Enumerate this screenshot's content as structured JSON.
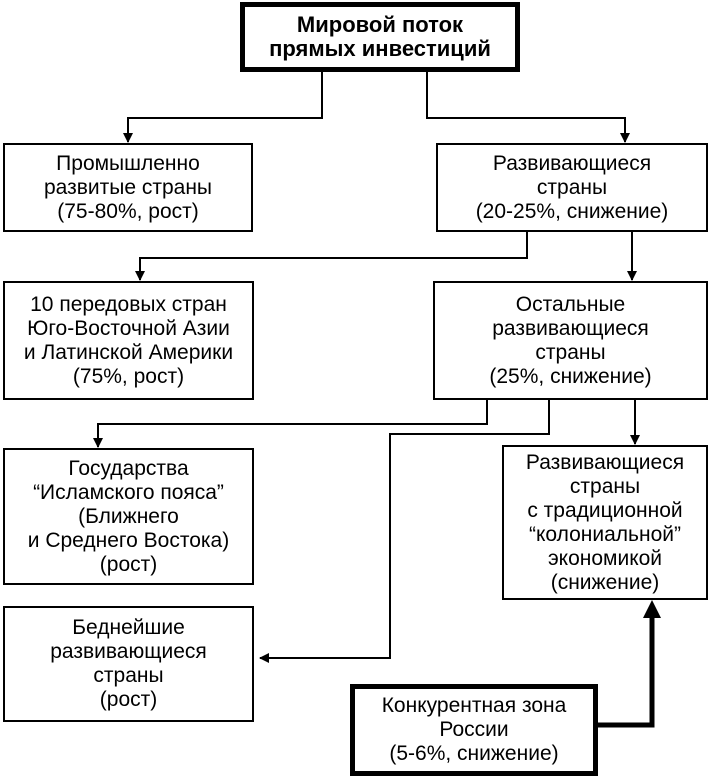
{
  "colors": {
    "line": "#000000",
    "background": "#ffffff"
  },
  "nodes": {
    "world_flow": {
      "lines": [
        "Мировой поток",
        "прямых инвестиций"
      ]
    },
    "industrial": {
      "lines": [
        "Промышленно",
        "развитые страны",
        "(75-80%, рост)"
      ]
    },
    "developing": {
      "lines": [
        "Развивающиеся",
        "страны",
        "(20-25%, снижение)"
      ]
    },
    "top10": {
      "lines": [
        "10 передовых стран",
        "Юго-Восточной Азии",
        "и Латинской Америки",
        "(75%, рост)"
      ]
    },
    "other_developing": {
      "lines": [
        "Остальные",
        "развивающиеся",
        "страны",
        "(25%, снижение)"
      ]
    },
    "islamic": {
      "lines": [
        "Государства",
        "“Исламского пояса”",
        "(Ближнего",
        "и Среднего Востока)",
        "(рост)"
      ]
    },
    "colonial": {
      "lines": [
        "Развивающиеся",
        "страны",
        "с традиционной",
        "“колониальной”",
        "экономикой",
        "(снижение)"
      ]
    },
    "poorest": {
      "lines": [
        "Беднейшие",
        "развивающиеся",
        "страны",
        "(рост)"
      ]
    },
    "russia": {
      "lines": [
        "Конкурентная зона",
        "России",
        "(5-6%, снижение)"
      ]
    }
  }
}
